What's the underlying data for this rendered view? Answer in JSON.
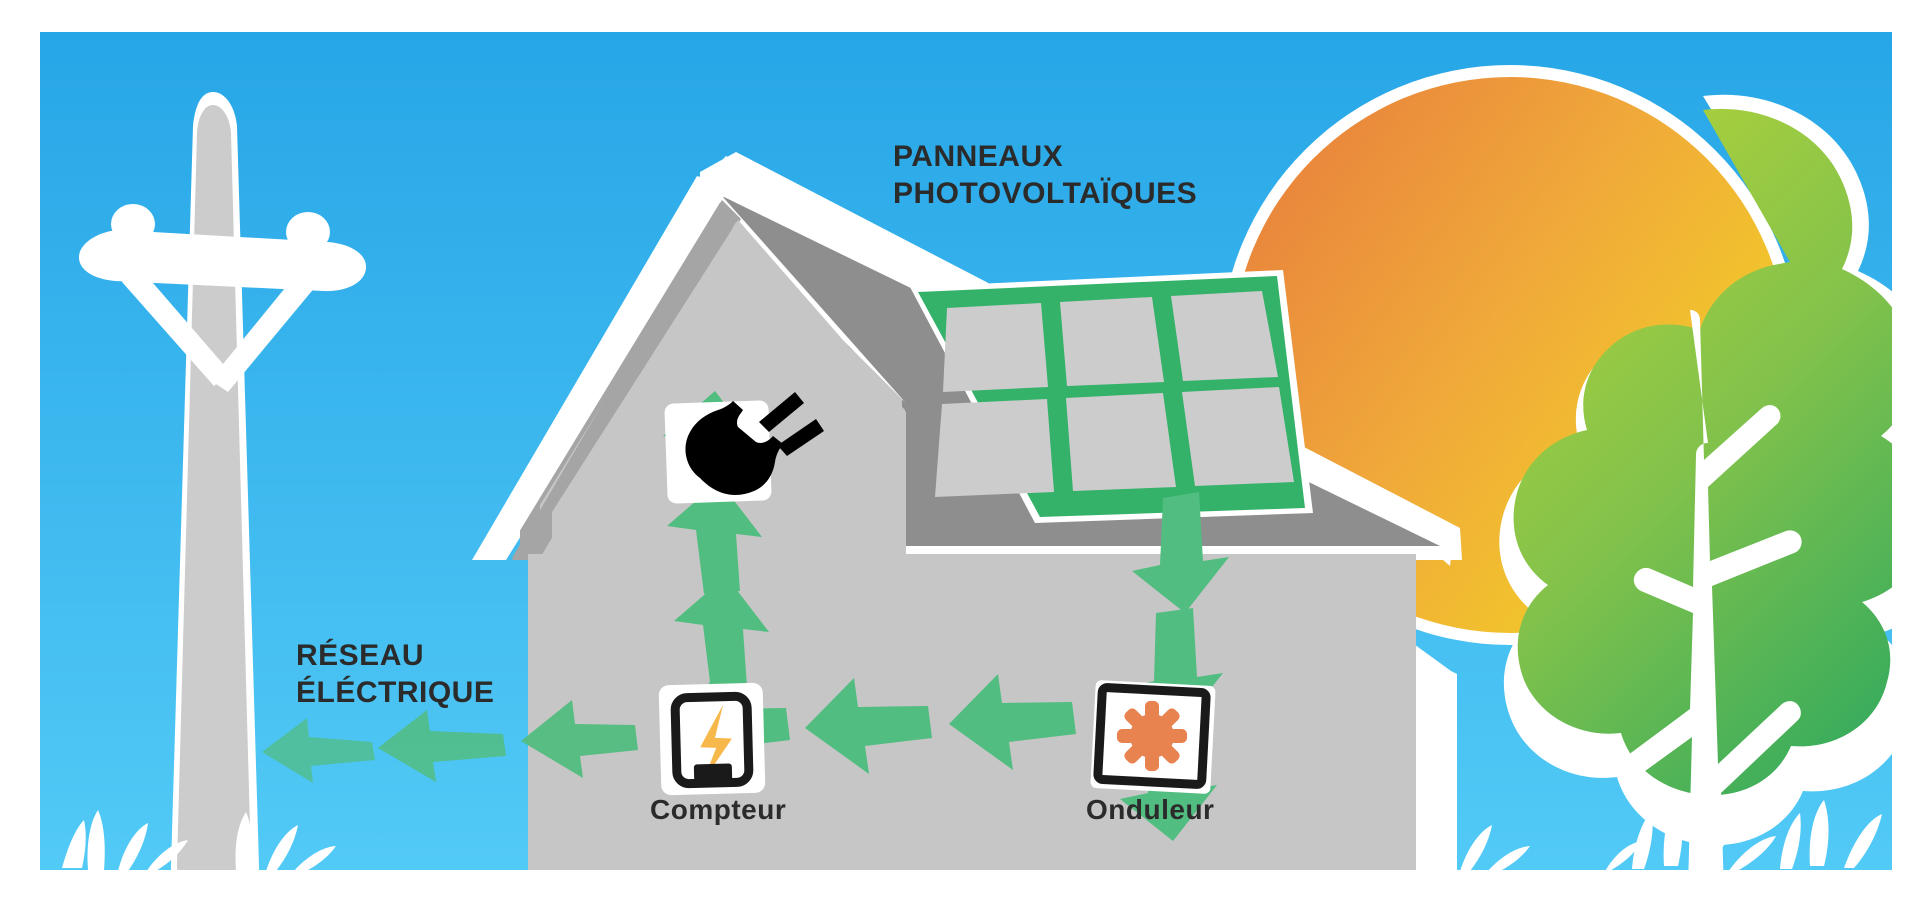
{
  "diagram": {
    "title_concept": "schema-autoconsommation-photovoltaique",
    "language": "fr",
    "labels": {
      "panels": "PANNEAUX\nPHOTOVOLTAÏQUES",
      "grid": "RÉSEAU\nÉLÉCTRIQUE",
      "meter": "Compteur",
      "inverter": "Onduleur"
    },
    "icons": {
      "plug": "plug-icon",
      "meter": "electric-meter-icon",
      "inverter": "gear-sun-icon",
      "sun": "sun-icon",
      "tree": "tree-icon",
      "pole": "utility-pole-icon",
      "panel": "solar-panel-icon"
    },
    "flow": {
      "nodes": [
        "solar-panel",
        "inverter",
        "meter",
        "house-outlet",
        "electrical-grid"
      ],
      "edges": [
        {
          "from": "solar-panel",
          "to": "inverter",
          "direction": "down",
          "arrows": 3
        },
        {
          "from": "inverter",
          "to": "meter",
          "direction": "left",
          "arrows": 3
        },
        {
          "from": "meter",
          "to": "house-outlet",
          "direction": "up",
          "arrows": 3
        },
        {
          "from": "meter",
          "to": "electrical-grid",
          "direction": "left",
          "arrows": 3,
          "style": "faded"
        }
      ]
    },
    "panel_grid": {
      "columns": 3,
      "rows": 2,
      "cells": 6
    },
    "colors": {
      "sky_top": "#2aa9e8",
      "sky_bottom": "#4fc9f5",
      "arrow_green": "#52bd80",
      "panel_frame": "#35b26a",
      "panel_cell": "#cccccc",
      "house_wall": "#c6c6c6",
      "house_roof": "#8e8e8e",
      "sun_left": "#e8803c",
      "sun_right": "#f2d524",
      "tree_top": "#a8cf3c",
      "tree_bottom": "#3fae5c",
      "bolt_orange": "#f6b84a",
      "gear_orange": "#e8834f",
      "text": "#2b2b2b",
      "outline_white": "#ffffff"
    }
  }
}
